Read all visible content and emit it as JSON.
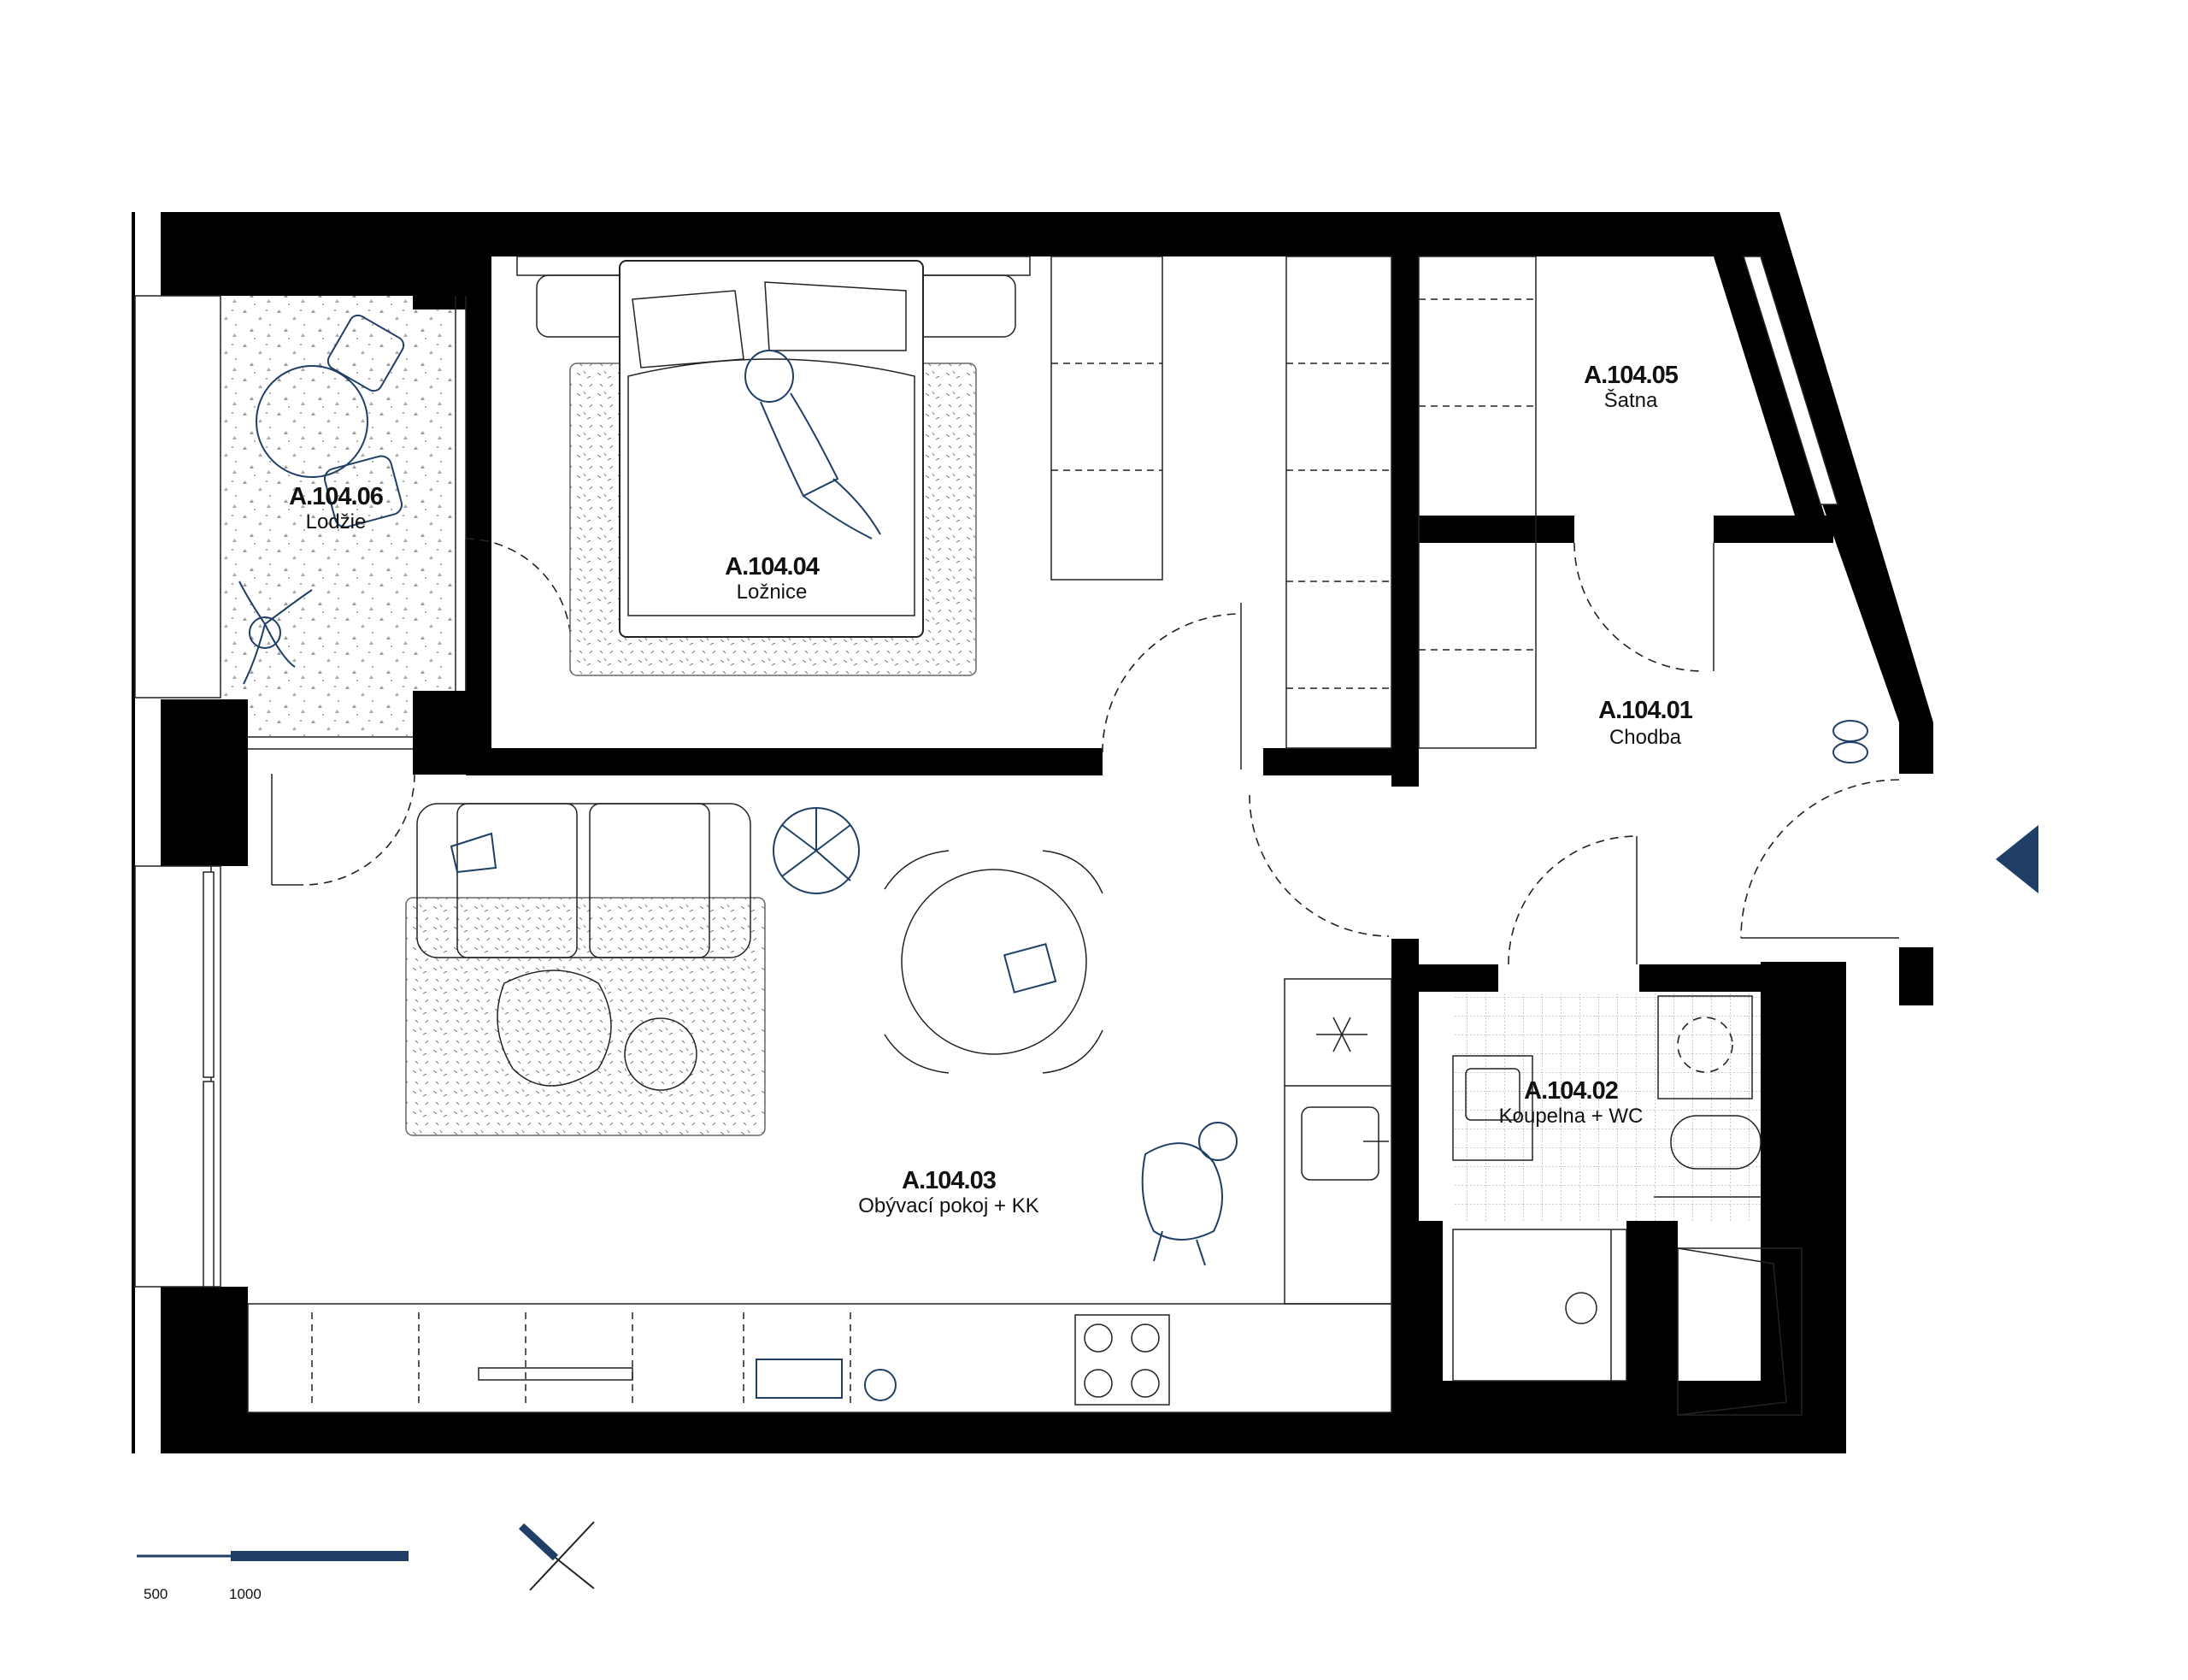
{
  "rooms": {
    "hall": {
      "code": "A.104.01",
      "name": "Chodba"
    },
    "bathroom": {
      "code": "A.104.02",
      "name": "Koupelna + WC"
    },
    "living": {
      "code": "A.104.03",
      "name": "Obývací pokoj + KK"
    },
    "bedroom": {
      "code": "A.104.04",
      "name": "Ložnice"
    },
    "wardrobe": {
      "code": "A.104.05",
      "name": "Šatna"
    },
    "loggia": {
      "code": "A.104.06",
      "name": "Lodžie"
    }
  },
  "scale_bar": {
    "label_1": "500",
    "label_2": "1000"
  },
  "colors": {
    "accent": "#1f3f66",
    "walls": "#000000",
    "background": "#ffffff"
  },
  "icons": {
    "entrance": "triangle-pointer-icon",
    "north": "north-arrow-icon"
  }
}
